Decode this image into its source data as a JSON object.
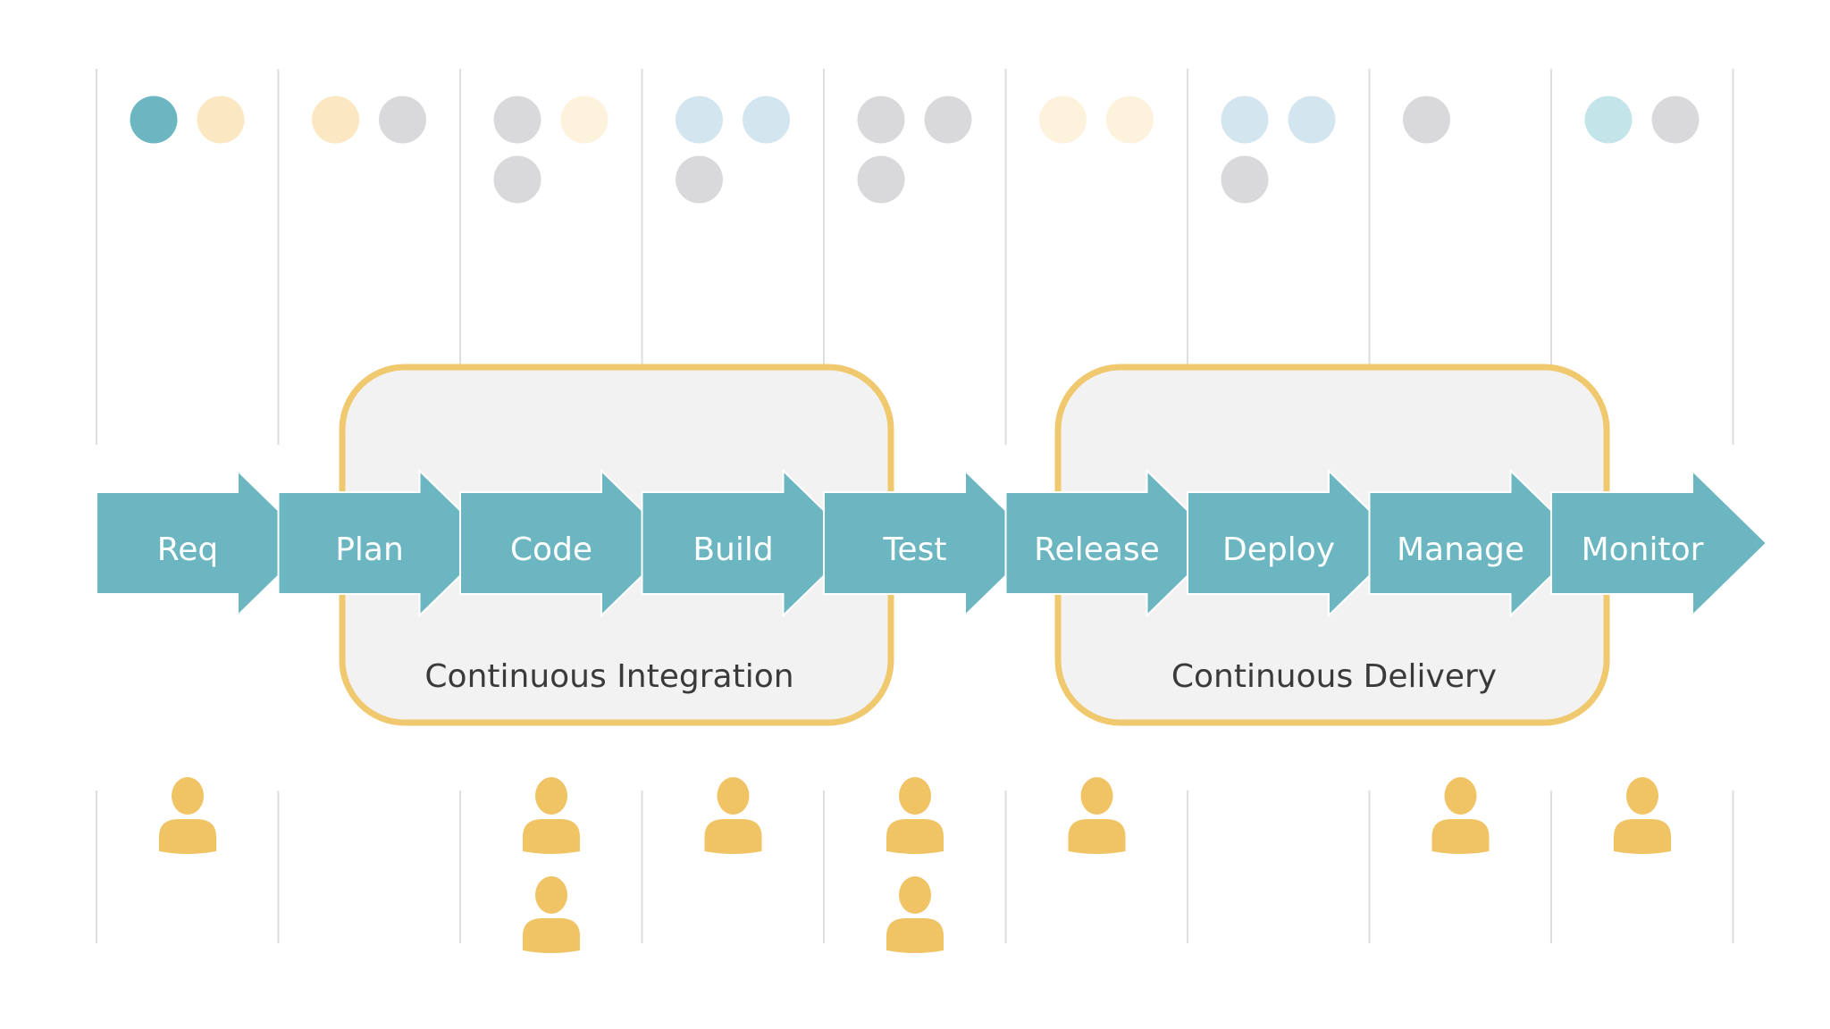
{
  "stages": [
    {
      "label": "Req",
      "dots": [
        "teal-strong",
        "yellow-light"
      ]
    },
    {
      "label": "Plan",
      "dots": [
        "yellow-light",
        "gray"
      ]
    },
    {
      "label": "Code",
      "dots": [
        "gray",
        "yellow-pale",
        "gray"
      ]
    },
    {
      "label": "Build",
      "dots": [
        "blue-light",
        "blue-light",
        "gray"
      ]
    },
    {
      "label": "Test",
      "dots": [
        "gray",
        "gray",
        "gray"
      ]
    },
    {
      "label": "Release",
      "dots": [
        "yellow-pale",
        "yellow-pale"
      ]
    },
    {
      "label": "Deploy",
      "dots": [
        "blue-light",
        "blue-light",
        "gray"
      ]
    },
    {
      "label": "Manage",
      "dots": [
        "gray"
      ]
    },
    {
      "label": "Monitor",
      "dots": [
        "teal-light",
        "gray"
      ]
    }
  ],
  "people_per_stage": [
    1,
    0,
    2,
    1,
    2,
    1,
    0,
    1,
    1
  ],
  "groups": [
    {
      "label": "Continuous Integration"
    },
    {
      "label": "Continuous Delivery"
    }
  ],
  "icons": {
    "person": "person-icon",
    "dot": "status-dot"
  },
  "colors": {
    "arrow": "#6bb6c0",
    "group_border": "#f0c86e",
    "group_fill": "#f2f2f3",
    "person": "#f0c465",
    "divider": "#dedede",
    "teal-strong": "#6bb6c0",
    "teal-light": "#c3e4e8",
    "yellow-light": "#fbe7c2",
    "yellow-pale": "#fdf2dc",
    "blue-light": "#d3e6ef",
    "gray": "#d9d9db"
  }
}
